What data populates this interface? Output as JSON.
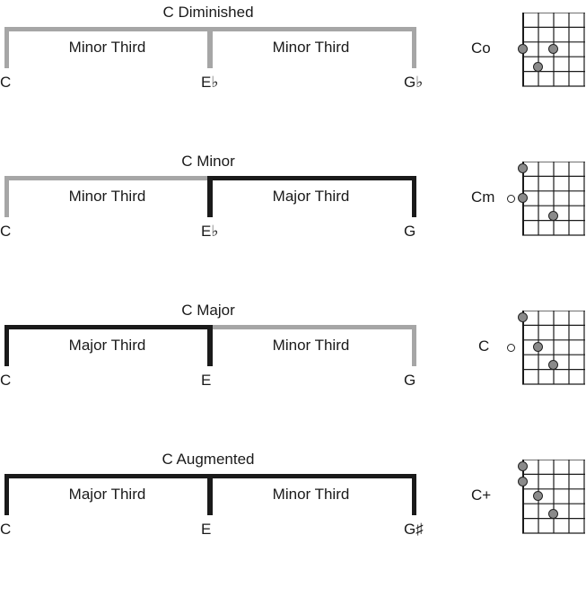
{
  "colors": {
    "minor": "#a6a6a6",
    "major": "#1a1a1a"
  },
  "rows": [
    {
      "title": "C Diminished",
      "chord_label": "Co",
      "open_string": false,
      "intervals": [
        {
          "label": "Minor Third",
          "quality": "minor"
        },
        {
          "label": "Minor Third",
          "quality": "minor"
        }
      ],
      "notes": [
        "C",
        "E♭",
        "G♭"
      ],
      "fingering": [
        {
          "string": 1,
          "fret": 3
        },
        {
          "string": 2,
          "fret": 4
        },
        {
          "string": 3,
          "fret": 3
        }
      ]
    },
    {
      "title": "C Minor",
      "chord_label": "Cm",
      "open_string": true,
      "intervals": [
        {
          "label": "Minor Third",
          "quality": "minor"
        },
        {
          "label": "Major Third",
          "quality": "major"
        }
      ],
      "notes": [
        "C",
        "E♭",
        "G"
      ],
      "fingering": [
        {
          "string": 1,
          "fret": 1
        },
        {
          "string": 1,
          "fret": 3
        },
        {
          "string": 3,
          "fret": 4
        }
      ]
    },
    {
      "title": "C Major",
      "chord_label": "C",
      "open_string": true,
      "intervals": [
        {
          "label": "Major Third",
          "quality": "major"
        },
        {
          "label": "Minor Third",
          "quality": "minor"
        }
      ],
      "notes": [
        "C",
        "E",
        "G"
      ],
      "fingering": [
        {
          "string": 1,
          "fret": 1
        },
        {
          "string": 2,
          "fret": 3
        },
        {
          "string": 3,
          "fret": 4
        }
      ]
    },
    {
      "title": "C Augmented",
      "chord_label": "C+",
      "open_string": false,
      "intervals": [
        {
          "label": "Major Third",
          "quality": "major"
        },
        {
          "label": "Minor Third",
          "quality": "major"
        }
      ],
      "notes": [
        "C",
        "E",
        "G♯"
      ],
      "fingering": [
        {
          "string": 1,
          "fret": 1
        },
        {
          "string": 1,
          "fret": 2
        },
        {
          "string": 2,
          "fret": 3
        },
        {
          "string": 3,
          "fret": 4
        }
      ]
    }
  ]
}
